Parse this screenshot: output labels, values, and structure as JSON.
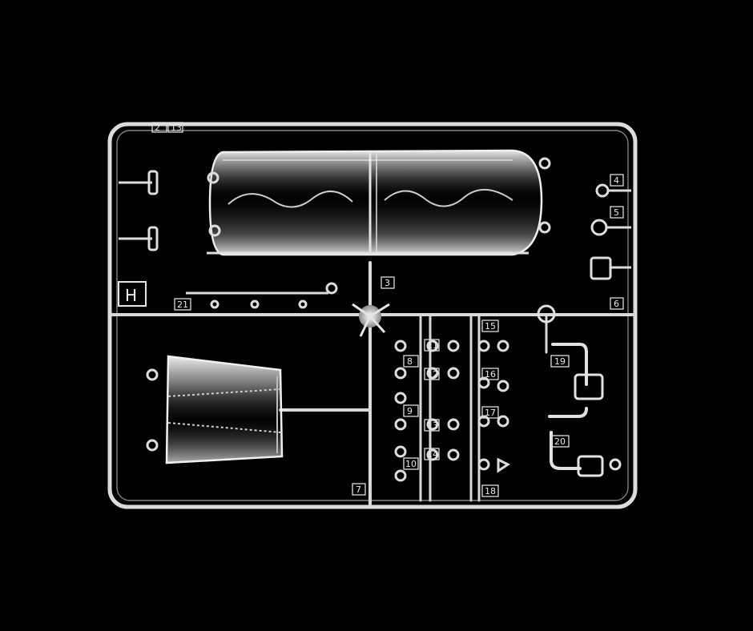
{
  "photo": {
    "background": "#000000",
    "plastic_color": "#e9e9e9",
    "sprue_letter": "H",
    "part_numbers": [
      "2",
      "3",
      "4",
      "5",
      "6",
      "7",
      "8",
      "9",
      "10",
      "11",
      "12",
      "13",
      "14",
      "15",
      "16",
      "17",
      "18",
      "19",
      "20",
      "21"
    ]
  }
}
